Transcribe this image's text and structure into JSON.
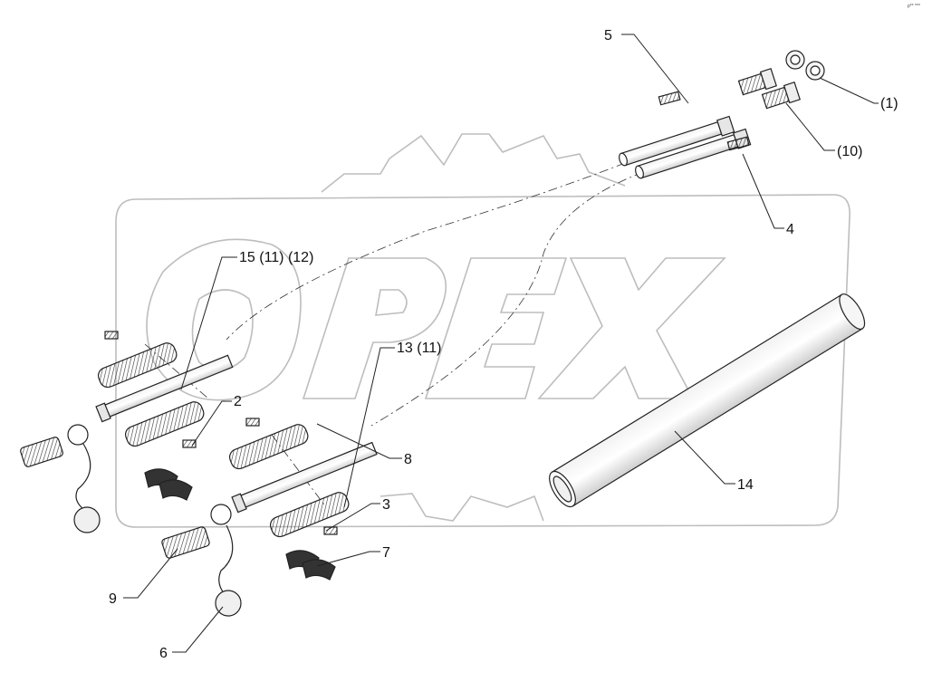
{
  "watermark": {
    "brand_text": "OPEX"
  },
  "corner_tag": "p** ***",
  "callouts": [
    {
      "id": "c1",
      "label": "(1)"
    },
    {
      "id": "c2",
      "label": "2"
    },
    {
      "id": "c3",
      "label": "3"
    },
    {
      "id": "c4",
      "label": "4"
    },
    {
      "id": "c5",
      "label": "5"
    },
    {
      "id": "c6",
      "label": "6"
    },
    {
      "id": "c7",
      "label": "7"
    },
    {
      "id": "c8",
      "label": "8"
    },
    {
      "id": "c9",
      "label": "9"
    },
    {
      "id": "c10",
      "label": "(10)"
    },
    {
      "id": "c13",
      "label": "13 (11)"
    },
    {
      "id": "c14",
      "label": "14"
    },
    {
      "id": "c15",
      "label": "15 (11) (12)"
    }
  ]
}
